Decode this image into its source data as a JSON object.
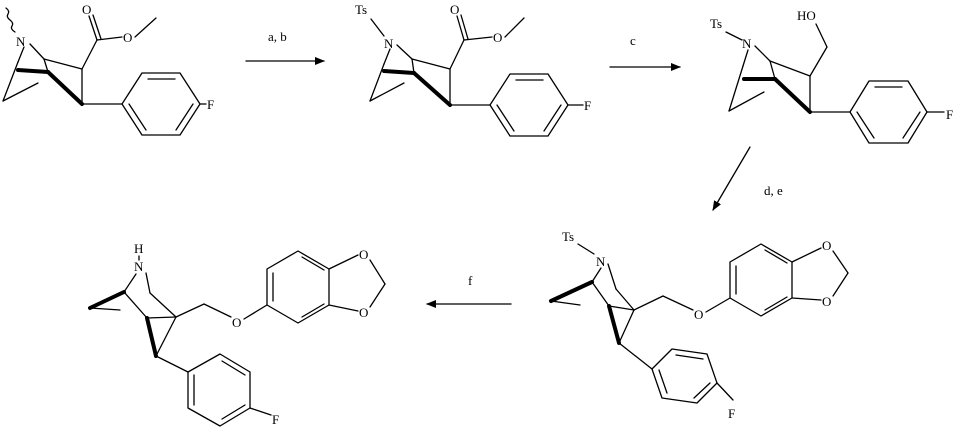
{
  "atoms": {
    "nitrogen": "N",
    "nh": "H",
    "oxygen": "O",
    "hydroxyl": "HO",
    "fluorine": "F",
    "tosyl": "Ts"
  },
  "conditions": {
    "step1": "a, b",
    "step2": "c",
    "step3": "d, e",
    "step4": "f"
  },
  "colors": {
    "ink": "#000000",
    "background": "#ffffff"
  }
}
